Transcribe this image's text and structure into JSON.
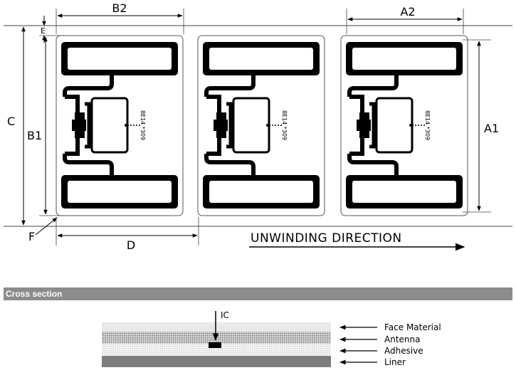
{
  "dimensions": {
    "b2": "B2",
    "a2": "A2",
    "e": "E",
    "c": "C",
    "b1": "B1",
    "a1": "A1",
    "f": "F",
    "d": "D"
  },
  "direction_label": "UNWINDING DIRECTION",
  "tags": [
    {
      "chip_marking": "8E14 *309"
    },
    {
      "chip_marking": "8E14 *309"
    },
    {
      "chip_marking": "8E14 *309"
    }
  ],
  "cross_section": {
    "heading": "Cross section",
    "ic_label": "IC",
    "layers": [
      "Face Material",
      "Antenna",
      "Adhesive",
      "Liner"
    ]
  }
}
